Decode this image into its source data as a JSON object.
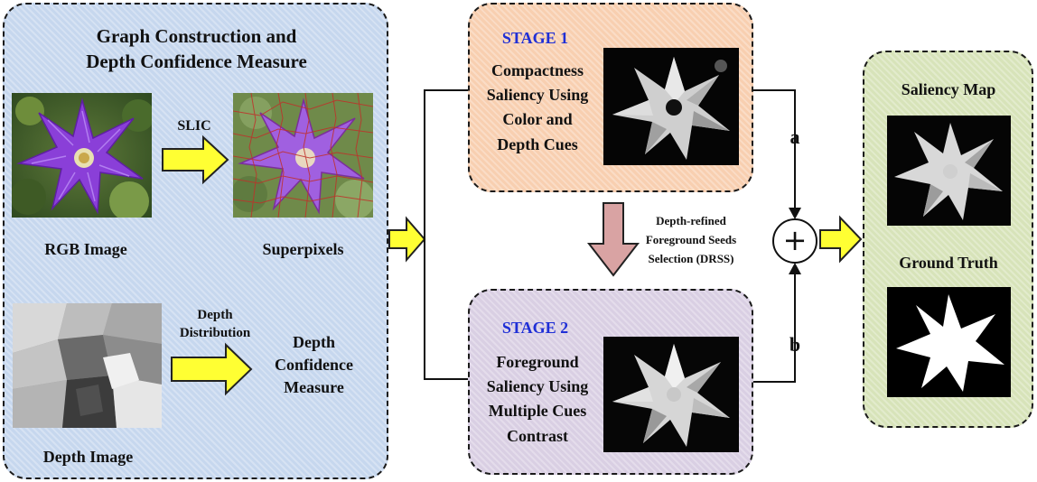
{
  "left_panel": {
    "title_line1": "Graph Construction and",
    "title_line2": "Depth Confidence Measure",
    "slic_label": "SLIC",
    "rgb_label": "RGB Image",
    "superpixels_label": "Superpixels",
    "depth_dist_line1": "Depth",
    "depth_dist_line2": "Distribution",
    "confidence_line1": "Depth",
    "confidence_line2": "Confidence",
    "confidence_line3": "Measure",
    "depth_image_label": "Depth Image"
  },
  "stage1": {
    "title": "STAGE 1",
    "line1": "Compactness",
    "line2": "Saliency Using",
    "line3": "Color and",
    "line4": "Depth Cues"
  },
  "stage2": {
    "title": "STAGE 2",
    "line1": "Foreground",
    "line2": "Saliency Using",
    "line3": "Multiple Cues",
    "line4": "Contrast"
  },
  "drss": {
    "line1": "Depth-refined",
    "line2": "Foreground Seeds",
    "line3": "Selection (DRSS)"
  },
  "branches": {
    "a": "a",
    "b": "b",
    "plus": "+"
  },
  "right_panel": {
    "saliency_label": "Saliency Map",
    "ground_truth_label": "Ground Truth"
  },
  "colors": {
    "left_panel": "#c6d7ee",
    "stage1_panel": "#f8cfb0",
    "stage2_panel": "#d9cfe3",
    "right_panel": "#d7e3b9",
    "stage_title": "#1f2fd6",
    "yellow_arrow": "#ffff33",
    "pink_arrow": "#d9a3a3"
  }
}
